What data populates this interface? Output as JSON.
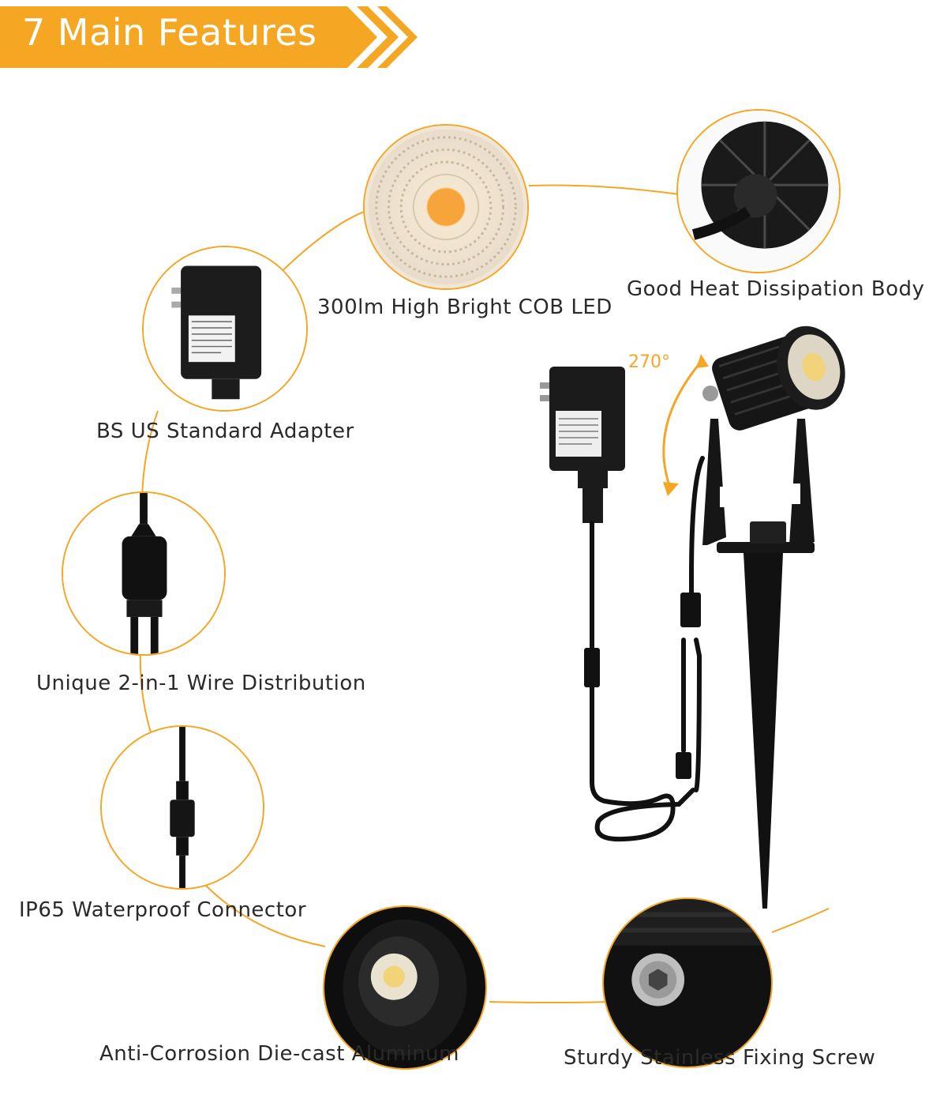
{
  "header": {
    "title": "7 Main Features"
  },
  "product": {
    "angle_label": "270°"
  },
  "features": [
    {
      "label": "300lm High Bright COB LED",
      "icon": "cob-led-icon"
    },
    {
      "label": "Good Heat Dissipation Body",
      "icon": "heat-sink-icon"
    },
    {
      "label": "BS US Standard Adapter",
      "icon": "power-adapter-icon"
    },
    {
      "label": "Unique 2-in-1 Wire Distribution",
      "icon": "wire-splitter-icon"
    },
    {
      "label": "IP65 Waterproof Connector",
      "icon": "waterproof-connector-icon"
    },
    {
      "label": "Anti-Corrosion Die-cast Aluminum",
      "icon": "lamp-housing-icon"
    },
    {
      "label": "Sturdy Stainless Fixing Screw",
      "icon": "fixing-screw-icon"
    }
  ],
  "colors": {
    "accent": "#F5A623",
    "accent_dark": "#E8891B",
    "product": "#151515"
  }
}
